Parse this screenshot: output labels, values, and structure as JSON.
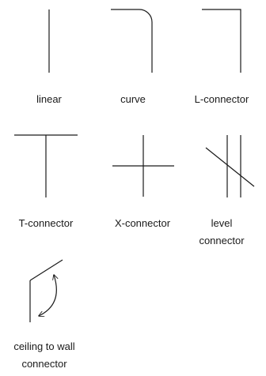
{
  "connectors": [
    {
      "id": "linear",
      "lines": [
        "linear"
      ]
    },
    {
      "id": "curve",
      "lines": [
        "curve"
      ]
    },
    {
      "id": "l-connector",
      "lines": [
        "L-connector"
      ]
    },
    {
      "id": "t-connector",
      "lines": [
        "T-connector"
      ]
    },
    {
      "id": "x-connector",
      "lines": [
        "X-connector"
      ]
    },
    {
      "id": "level-connector",
      "lines": [
        "level",
        "connector"
      ]
    },
    {
      "id": "ceiling-to-wall-connector",
      "lines": [
        "ceiling to wall",
        "connector"
      ]
    }
  ],
  "colors": {
    "stroke": "#1a1a1a",
    "background": "#ffffff"
  }
}
